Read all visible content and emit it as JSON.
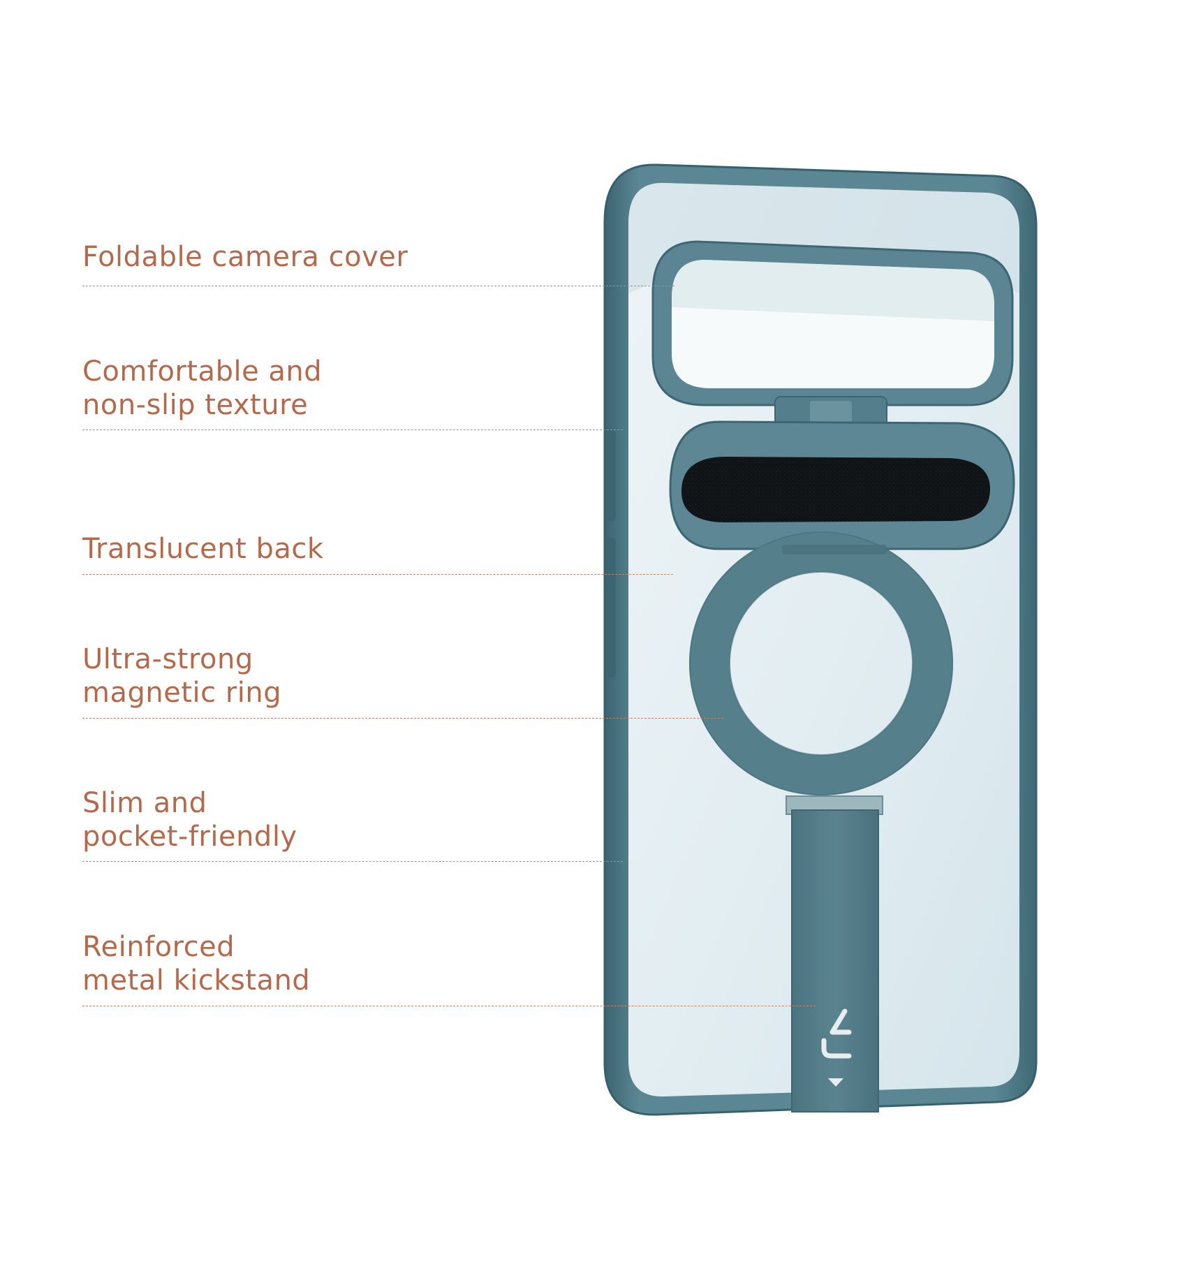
{
  "features": [
    {
      "lines": [
        "Foldable camera cover"
      ]
    },
    {
      "lines": [
        "Comfortable and",
        "non-slip texture"
      ]
    },
    {
      "lines": [
        "Translucent back"
      ]
    },
    {
      "lines": [
        "Ultra-strong",
        "magnetic ring"
      ]
    },
    {
      "lines": [
        "Slim and",
        "pocket-friendly"
      ]
    },
    {
      "lines": [
        "Reinforced",
        "metal kickstand"
      ]
    }
  ],
  "product": {
    "case_color": "#4f7985",
    "case_color_dark": "#3a5f6a",
    "back_color": "#e4eff3",
    "texture_pad_color": "#101214",
    "accent_text_color": "#b5694b",
    "icons": [
      "camera-cover-icon",
      "texture-pad-icon",
      "magnetic-ring-icon",
      "kickstand-icon",
      "brand-logo-icon",
      "arrow-down-icon"
    ]
  }
}
